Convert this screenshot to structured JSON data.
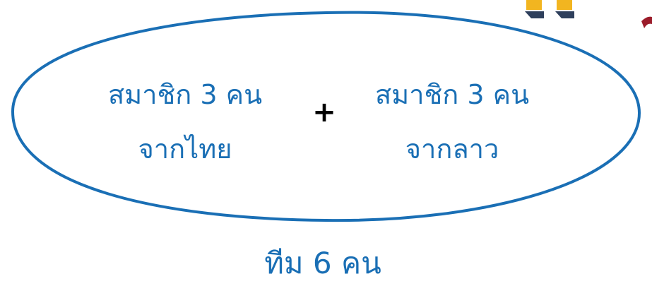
{
  "group": {
    "left_line1": "สมาชิก 3 คน",
    "left_line2": "จากไทย",
    "operator": "+",
    "right_line1": "สมาชิก 3 คน",
    "right_line2": "จากลาว"
  },
  "result": {
    "label": "ทีม 6 คน"
  },
  "colors": {
    "text": "#1a6fb5",
    "ellipse_stroke": "#1a6fb5",
    "operator": "#000000",
    "deco_yellow": "#f2b520",
    "deco_navy": "#2e3f5c",
    "deco_red": "#9b1c2a"
  }
}
